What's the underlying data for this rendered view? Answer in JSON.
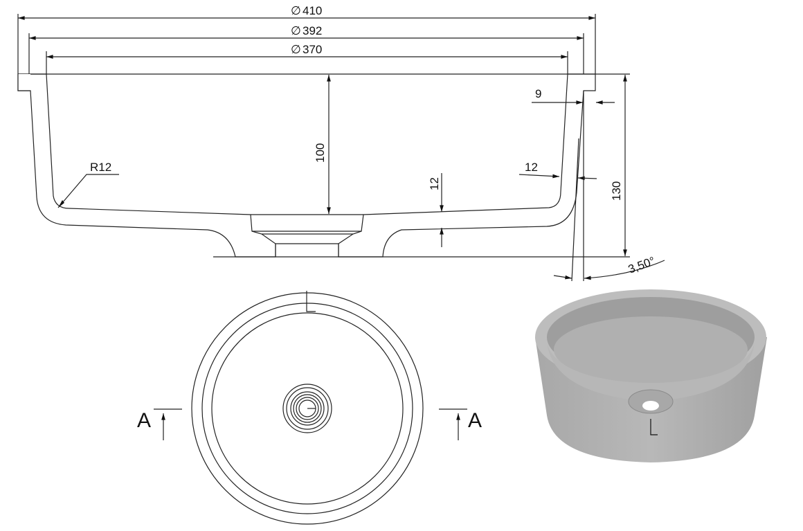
{
  "section_view": {
    "dim_outer_diameter": "410",
    "dim_flange_diameter": "392",
    "dim_inner_diameter": "370",
    "dim_inner_depth": "100",
    "dim_total_height": "130",
    "dim_flange_width": "9",
    "dim_wall_thickness": "12",
    "dim_bottom_thickness": "12",
    "dim_radius": "R12",
    "dim_draft_angle": "3,50°",
    "diameter_symbol": "∅"
  },
  "plan_view": {
    "section_label_left": "A",
    "section_label_right": "A"
  },
  "render_view": {
    "body_color": "#b3b3b3"
  }
}
